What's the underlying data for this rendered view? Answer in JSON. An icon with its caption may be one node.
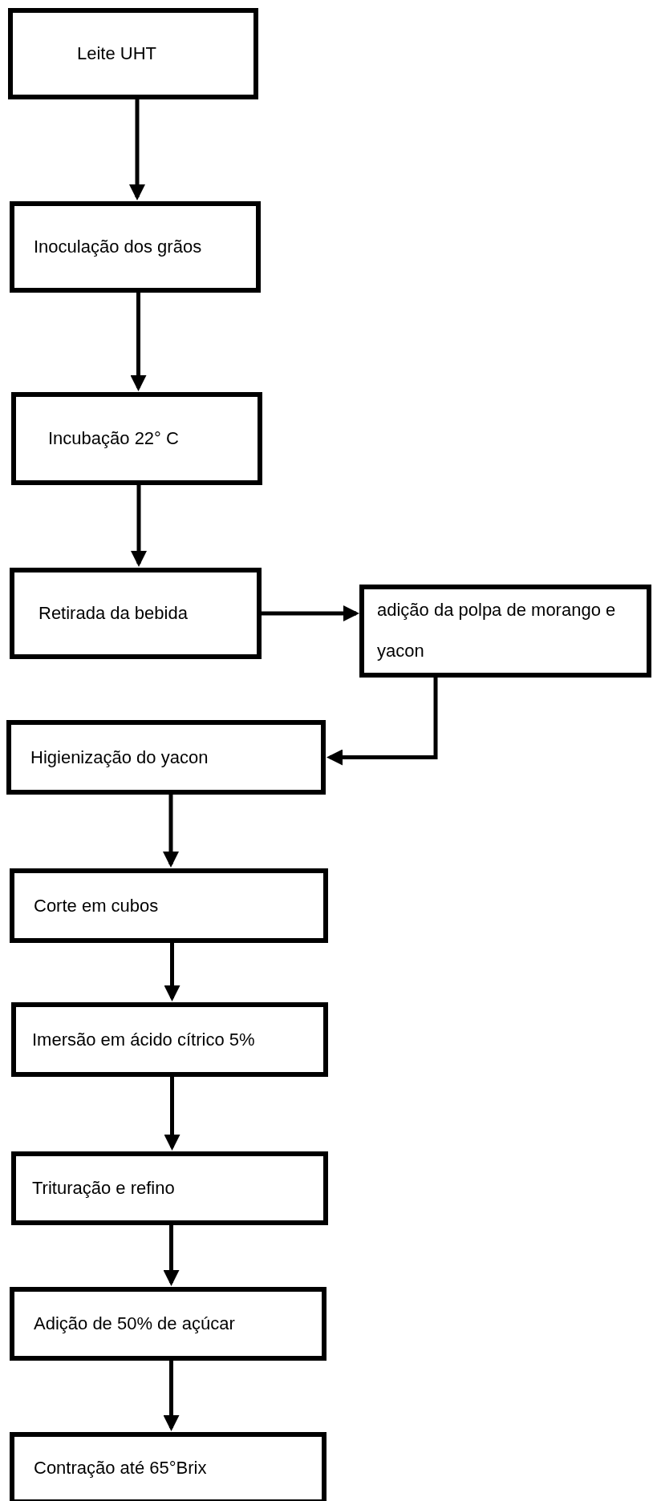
{
  "diagram": {
    "nodes": [
      {
        "text": [
          "Leite UHT"
        ]
      },
      {
        "text": [
          "Inoculação dos grãos"
        ]
      },
      {
        "text": [
          "Incubação 22° C"
        ]
      },
      {
        "text": [
          "Retirada da bebida"
        ]
      },
      {
        "text": [
          "adição da polpa de morango e yacon"
        ]
      },
      {
        "text": [
          "Higienização do yacon"
        ]
      },
      {
        "text": [
          "Corte em cubos"
        ]
      },
      {
        "text": [
          "Imersão em ácido cítrico 5%"
        ]
      },
      {
        "text": [
          "Trituração e refino"
        ]
      },
      {
        "text": [
          "Adição de 50% de açúcar"
        ]
      },
      {
        "text": [
          "Contração até 65°Brix"
        ]
      }
    ],
    "edges": [
      {
        "from": 0,
        "to": 1,
        "arrow": "to"
      },
      {
        "from": 1,
        "to": 2,
        "arrow": "to"
      },
      {
        "from": 2,
        "to": 3,
        "arrow": "to"
      },
      {
        "from": 3,
        "to": 4,
        "arrow": "to"
      },
      {
        "from": 4,
        "to": 5,
        "arrow": "to"
      },
      {
        "from": 5,
        "to": 6,
        "arrow": "to"
      },
      {
        "from": 6,
        "to": 7,
        "arrow": "to"
      },
      {
        "from": 7,
        "to": 8,
        "arrow": "to"
      },
      {
        "from": 8,
        "to": 9,
        "arrow": "to"
      },
      {
        "from": 9,
        "to": 10,
        "arrow": "to"
      }
    ]
  }
}
